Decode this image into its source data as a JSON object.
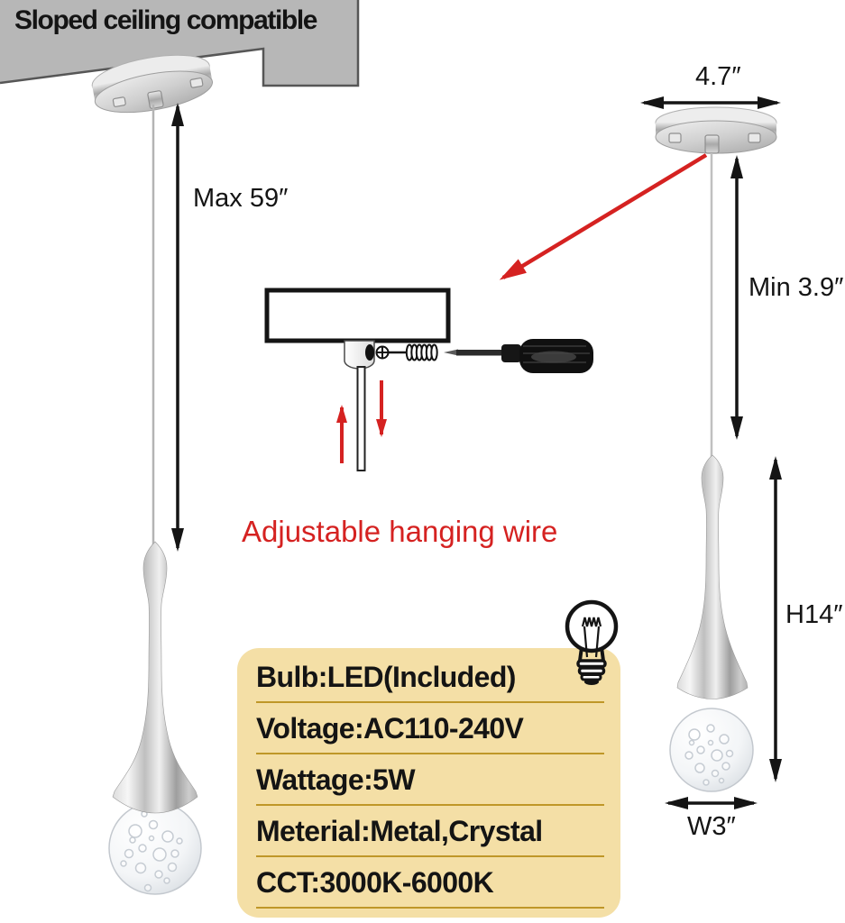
{
  "title": "Sloped ceiling compatible",
  "annotations": {
    "max_drop": "Max 59″",
    "canopy_width": "4.7″",
    "min_drop": "Min 3.9″",
    "fixture_height": "H14″",
    "fixture_width": "W3″"
  },
  "callout": {
    "wire_note": "Adjustable hanging wire"
  },
  "specs": {
    "rows": [
      "Bulb:LED(Included)",
      "Voltage:AC110-240V",
      "Wattage:5W",
      "Meterial:Metal,Crystal",
      "CCT:3000K-6000K"
    ]
  },
  "icons": {
    "light_bulb": "incandescent-bulb-outline",
    "screwdriver": "phillips-screwdriver",
    "arrows": "measurement-double-arrows"
  },
  "colors": {
    "accent_red": "#d52221",
    "ceiling_gray": "#b7b7b7",
    "spec_box_bg": "#f4dfa6",
    "spec_underline": "#bf9728",
    "text_black": "#141414"
  }
}
